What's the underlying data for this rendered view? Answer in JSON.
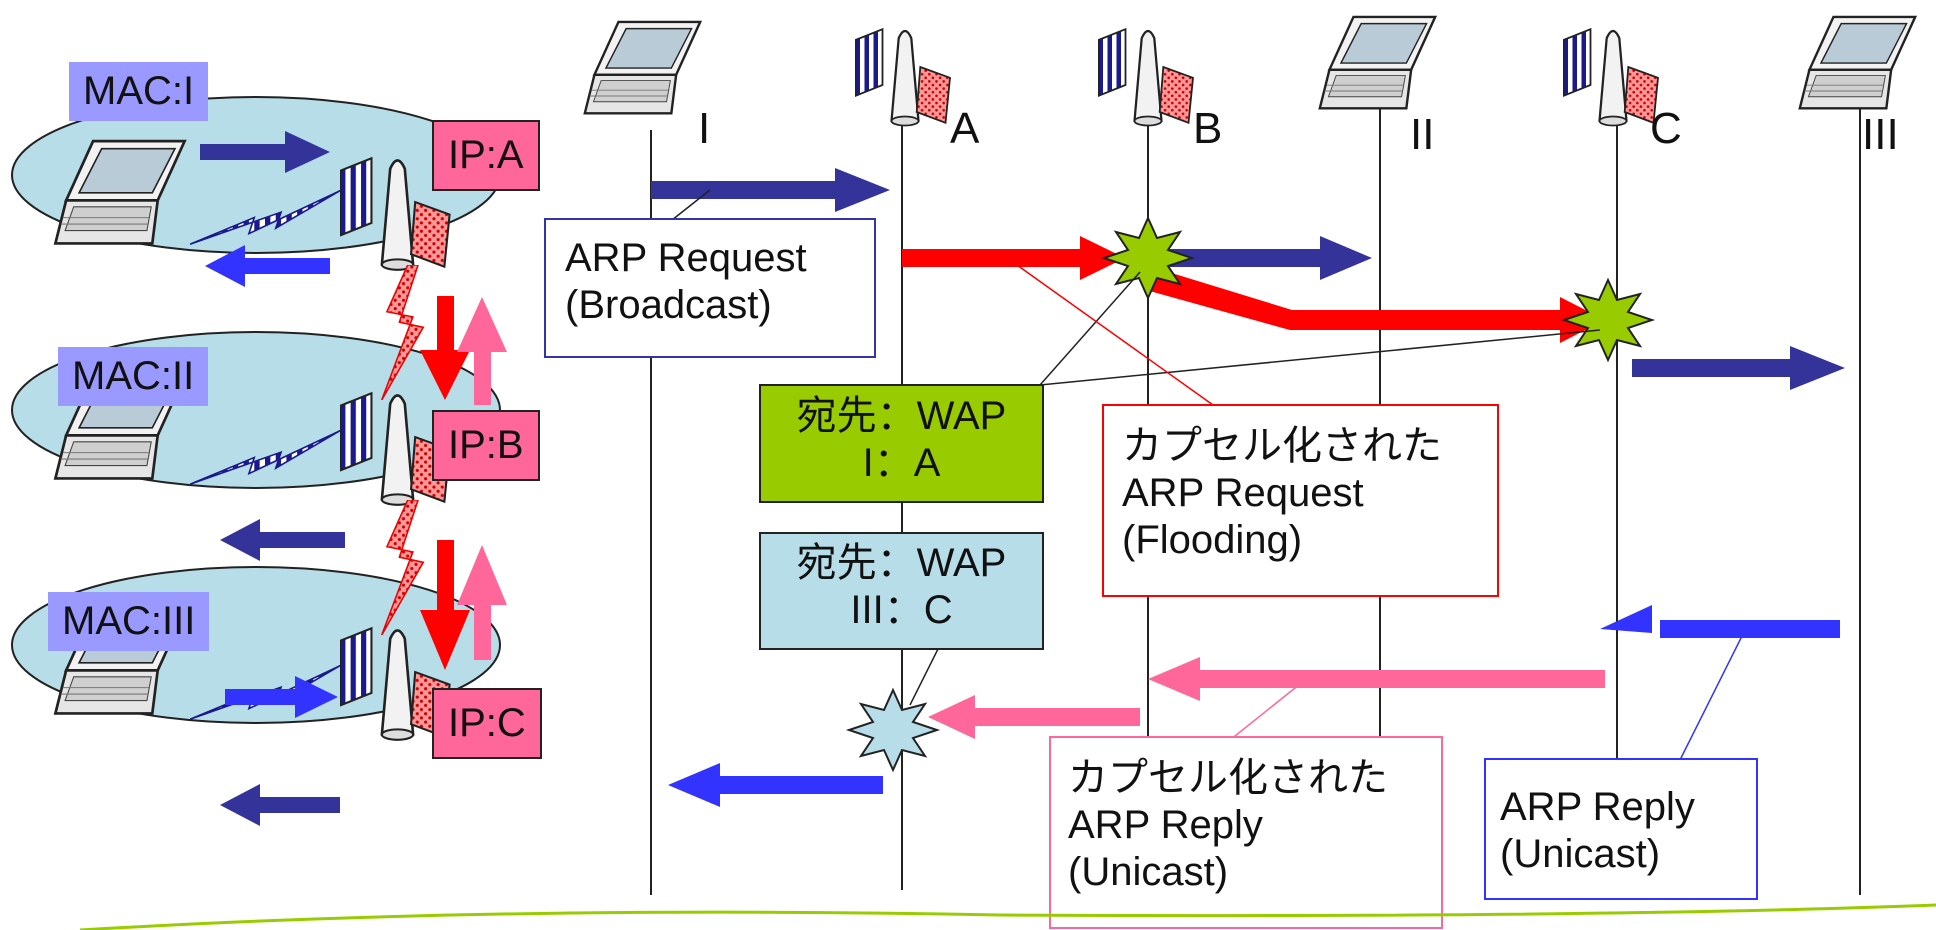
{
  "left_panel": {
    "mac_labels": [
      "MAC:I",
      "MAC:II",
      "MAC:III"
    ],
    "ip_labels": [
      "IP:A",
      "IP:B",
      "IP:C"
    ]
  },
  "sequence": {
    "lanes": [
      "I",
      "A",
      "B",
      "II",
      "C",
      "III"
    ]
  },
  "notes": {
    "arp_request": [
      "ARP Request",
      "(Broadcast)"
    ],
    "dest_wap_1": [
      "宛先：WAP",
      "I：A"
    ],
    "dest_wap_2": [
      "宛先：WAP",
      "III：C"
    ],
    "encap_request": [
      "カプセル化された",
      "ARP Request",
      "(Flooding)"
    ],
    "encap_reply": [
      "カプセル化された",
      "ARP Reply",
      "(Unicast)"
    ],
    "arp_reply": [
      "ARP Reply",
      "(Unicast)"
    ]
  },
  "colors": {
    "navy": "#333399",
    "blue": "#3333ff",
    "red": "#ff0000",
    "pink": "#ff6699",
    "green": "#99cc00",
    "light_blue": "#b7dde8",
    "cell": "#b7dde8"
  }
}
